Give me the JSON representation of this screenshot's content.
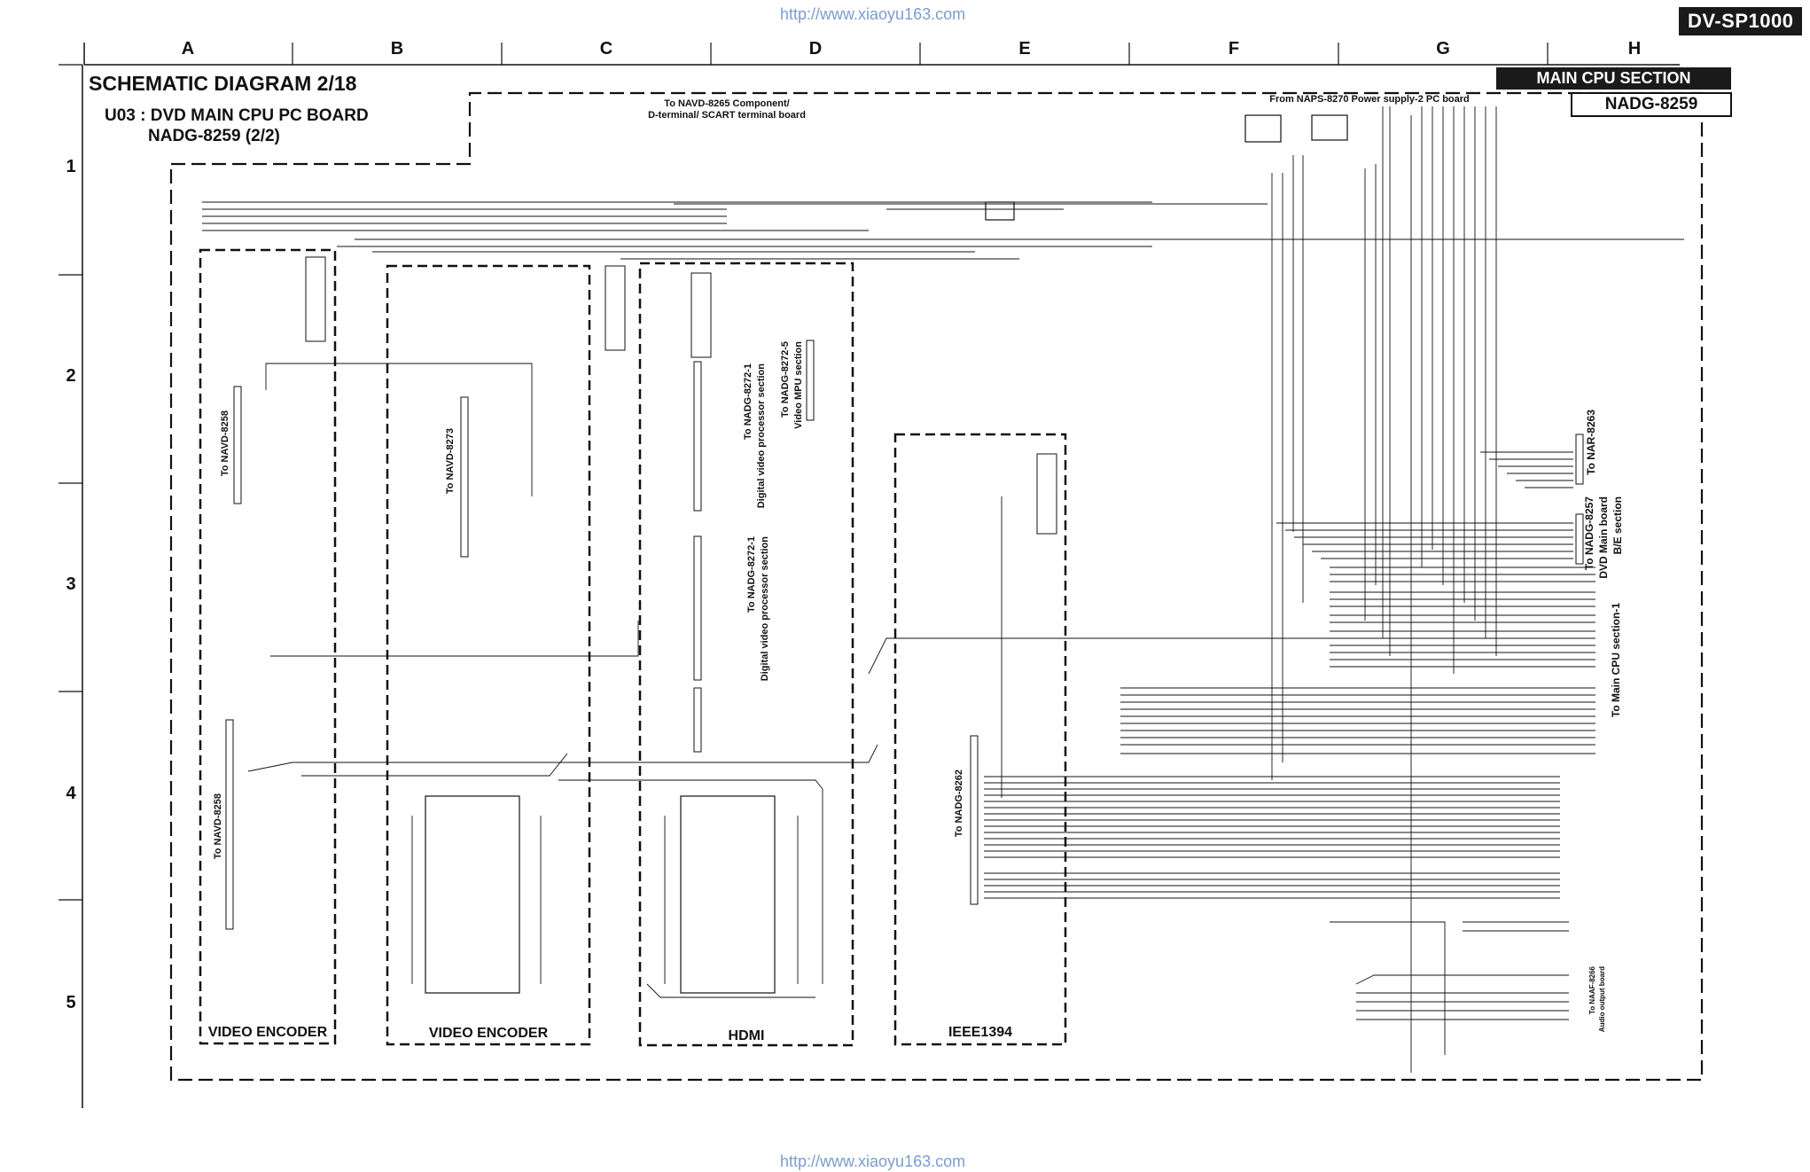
{
  "header": {
    "url_top": "http://www.xiaoyu163.com",
    "url_bottom": "http://www.xiaoyu163.com",
    "model": "DV-SP1000"
  },
  "grid": {
    "columns": [
      "A",
      "B",
      "C",
      "D",
      "E",
      "F",
      "G",
      "H"
    ],
    "rows": [
      "1",
      "2",
      "3",
      "4",
      "5"
    ]
  },
  "title": {
    "main": "SCHEMATIC DIAGRAM 2/18",
    "board_line": "U03 : DVD MAIN CPU PC BOARD",
    "board_code": "NADG-8259 (2/2)"
  },
  "section": {
    "name": "MAIN CPU SECTION",
    "board": "NADG-8259"
  },
  "notes": {
    "navd8265_line1": "To NAVD-8265 Component/",
    "navd8265_line2": "D-terminal/ SCART terminal board",
    "naps8270": "From NAPS-8270 Power supply-2 PC board"
  },
  "connectors": {
    "navd8258_top": "To NAVD-8258",
    "navd8273": "To NAVD-8273",
    "nadg8272_5_a": "To NADG-8272-5",
    "nadg8272_5_b": "Video MPU section",
    "nadg8272_1_top_a": "To NADG-8272-1",
    "nadg8272_1_top_b": "Digital video processor section",
    "nadg8272_1_mid_a": "To NADG-8272-1",
    "nadg8272_1_mid_b": "Digital video processor section",
    "navd8258_bottom": "To NAVD-8258",
    "nadg8262": "To NADG-8262",
    "nar8263": "To NAR-8263",
    "nadg8257_a": "To NADG-8257",
    "nadg8257_b": "DVD Main board",
    "nadg8257_c": "B/E section",
    "main_cpu_1": "To Main CPU section-1",
    "naaf8266_a": "To NAAF-8266",
    "naaf8266_b": "Audio output board"
  },
  "blocks": {
    "video_encoder_1": "VIDEO ENCODER",
    "video_encoder_2": "VIDEO ENCODER",
    "hdmi": "HDMI",
    "ieee1394": "IEEE1394"
  },
  "colors": {
    "ink": "#111111",
    "url": "#7a9cd6",
    "badge": "#1a1a1a"
  }
}
